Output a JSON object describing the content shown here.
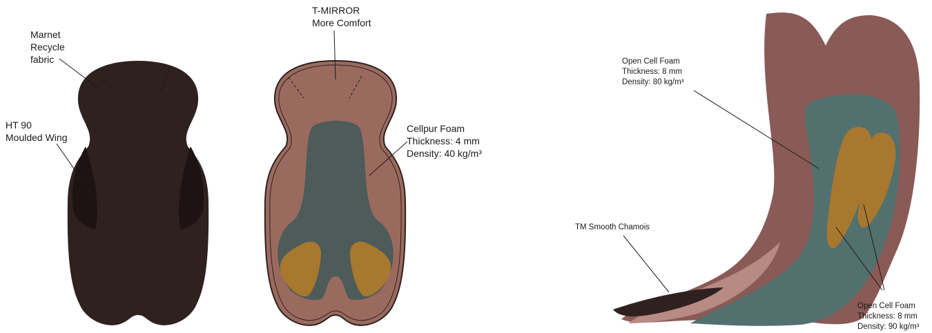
{
  "colors": {
    "outer_fabric": "#2e211f",
    "wing_shadow": "#1c1312",
    "comfort_layer": "#9b6a5f",
    "foam_core": "#4d5b59",
    "gel_inserts": "#a8782f",
    "side_profile_top": "#8a5a56",
    "side_profile_green": "#52706d"
  },
  "labels": {
    "marnet_line1": "Marnet",
    "marnet_line2": "Recycle",
    "marnet_line3": "fabric",
    "ht90_line1": "HT 90",
    "ht90_line2": "Moulded Wing",
    "tmirror_line1": "T-MIRROR",
    "tmirror_line2": "More Comfort",
    "cellpur_line1": "Cellpur Foam",
    "cellpur_line2": "Thickness: 4 mm",
    "cellpur_line3": "Density: 40 kg/m³",
    "opencell_top_line1": "Open Cell Foam",
    "opencell_top_line2": "Thickness: 8 mm",
    "opencell_top_line3": "Density: 80 kg/m³",
    "tm_smooth": "TM Smooth Chamois",
    "opencell_bottom_line1": "Open Cell Foam",
    "opencell_bottom_line2": "Thickness: 8 mm",
    "opencell_bottom_line3": "Density: 90 kg/m³"
  }
}
